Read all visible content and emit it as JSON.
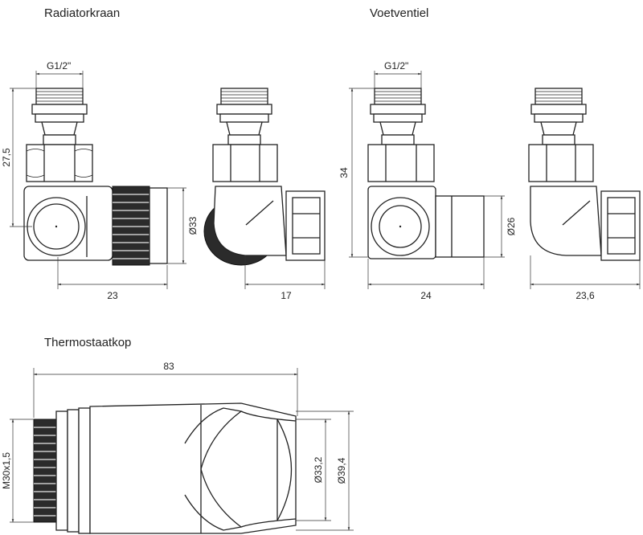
{
  "titles": {
    "radiator": "Radiatorkraan",
    "foot": "Voetventiel",
    "thermo": "Thermostaatkop"
  },
  "radiator_valve": {
    "thread": "G1/2\"",
    "height": "27,5",
    "diameter": "Ø33",
    "width_front": "23",
    "width_side": "17"
  },
  "foot_valve": {
    "thread": "G1/2\"",
    "height": "34",
    "diameter": "Ø26",
    "width_front": "24",
    "width_side": "23,6"
  },
  "thermostat_head": {
    "length": "83",
    "thread": "M30x1,5",
    "diameter_inner": "Ø33,2",
    "diameter_outer": "Ø39,4"
  }
}
